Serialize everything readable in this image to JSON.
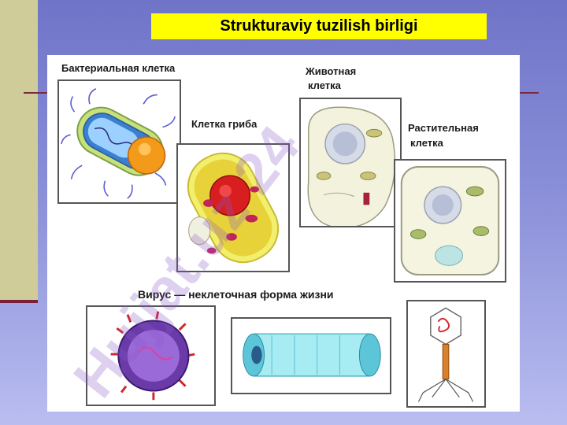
{
  "slide": {
    "title": "Strukturaviy tuzilish birligi"
  },
  "figure": {
    "labels": {
      "bacterial_cell": "Бактериальная клетка",
      "fungal_cell": "Клетка гриба",
      "animal_cell_line1": "Животная",
      "animal_cell_line2": "клетка",
      "plant_cell_line1": "Растительная",
      "plant_cell_line2": "клетка",
      "virus_caption": "Вирус — неклеточная форма жизни"
    },
    "watermark_text": "Hujjat.uz 24"
  },
  "colors": {
    "background": "#8a8fd8",
    "title_box": "#ffff00",
    "side_band": "#cfcc9a",
    "accent_line": "#7a1f3a"
  }
}
